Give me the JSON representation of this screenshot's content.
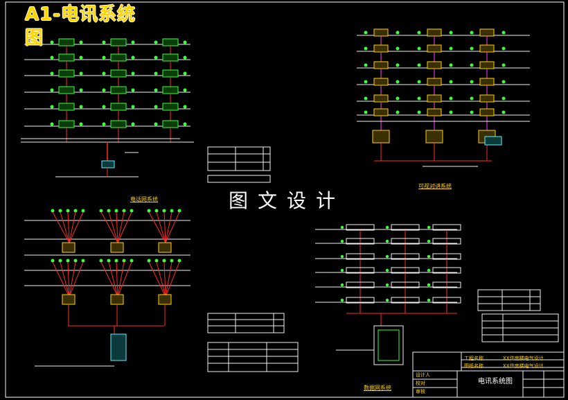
{
  "title": "A1-电讯系统图",
  "watermark": "图文设计",
  "subtitles": {
    "phone": "电话网系统",
    "cable_tv": "可视对讲系统",
    "broadband": "数据网系统"
  },
  "title_block": {
    "project_label": "工程名称",
    "project_value": "XX住房楼电气设计",
    "drawing_label": "图纸名称",
    "drawing_value": "XX住房楼电气设计",
    "drawing_name": "电讯系统图",
    "rows": [
      "设计人",
      "校对",
      "审核"
    ]
  },
  "colors": {
    "frame": "#ffffff",
    "wire_red": "#ff2a2a",
    "device_green": "#39ff3a",
    "box_yellow": "#ffd400",
    "floor_white": "#f2f2f2",
    "cyan": "#5ef0ff",
    "magenta": "#ff3cff"
  }
}
